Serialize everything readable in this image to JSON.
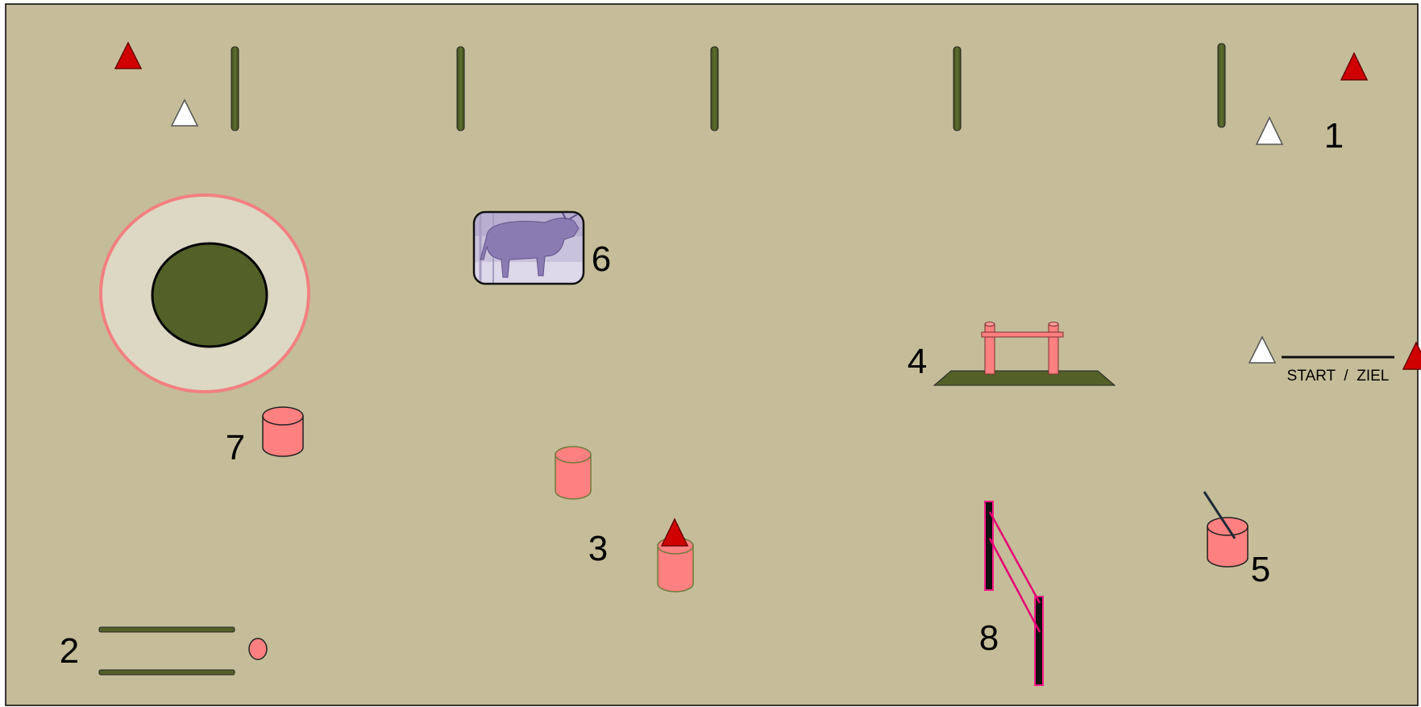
{
  "stations": {
    "s1": "1",
    "s2": "2",
    "s3": "3",
    "s4": "4",
    "s5": "5",
    "s6": "6",
    "s7": "7",
    "s8": "8"
  },
  "start_finish_label": "START  /  ZIEL",
  "colors": {
    "arena": "#c5bd99",
    "pole_green": "#536129",
    "cone_red": "#d10000",
    "cone_white": "#ffffff",
    "barrel_pink": "#ff8080",
    "ring_outer": "#ddd8c4",
    "ring_border": "#f28080",
    "bull_tint": "#9b8bbd"
  },
  "icons": {
    "cone_red": "red-cone-icon",
    "cone_white": "white-cone-icon",
    "barrel": "barrel-icon",
    "pole": "pole-icon",
    "bull": "bull-picture-icon",
    "gate": "gate-icon",
    "bridge": "bridge-icon"
  }
}
